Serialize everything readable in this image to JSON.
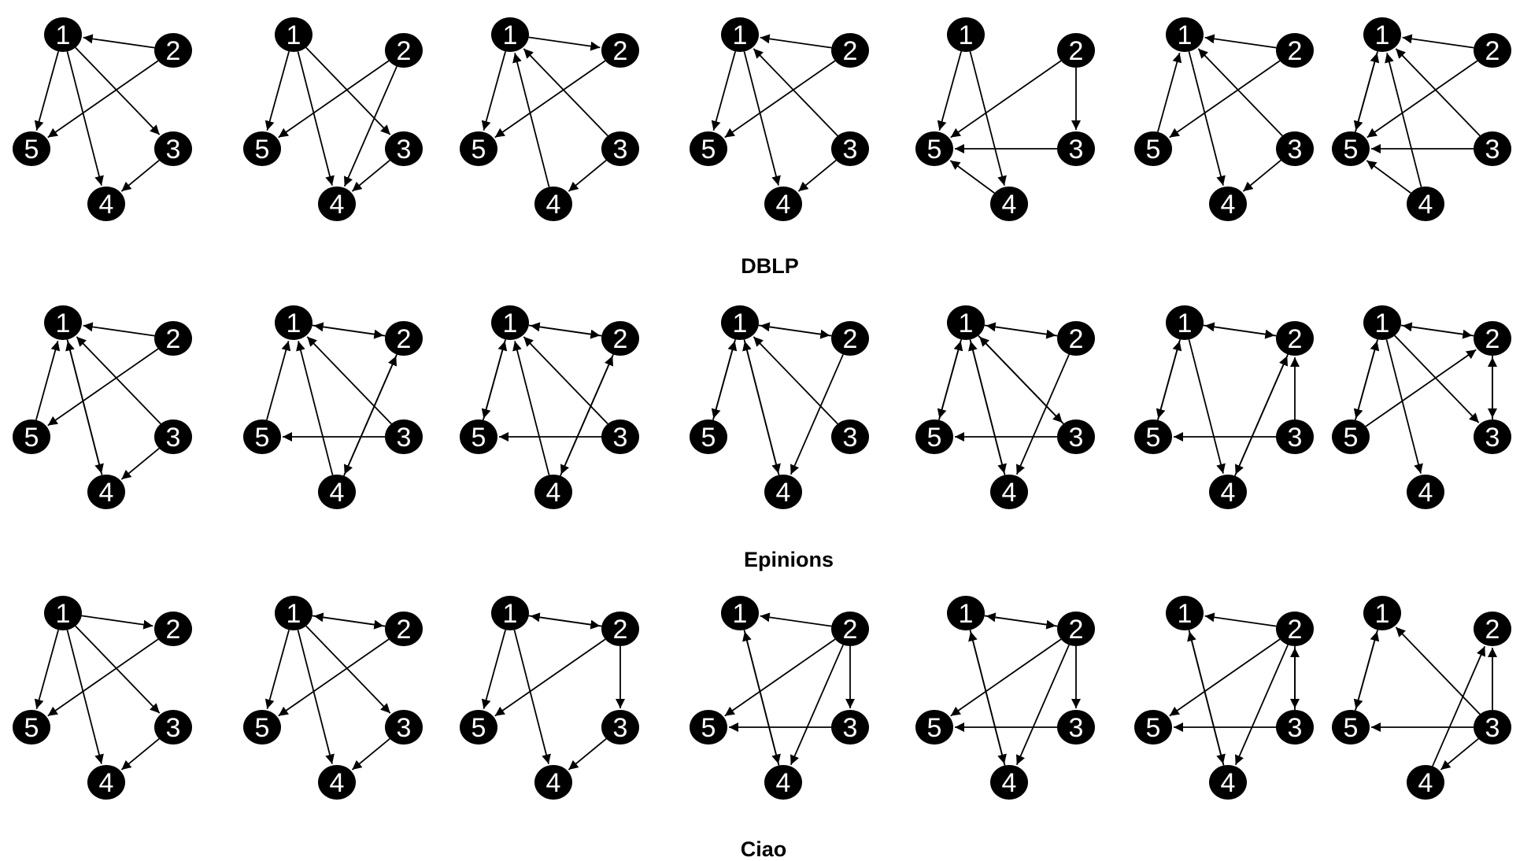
{
  "node_labels": [
    "1",
    "2",
    "3",
    "4",
    "5"
  ],
  "rows": [
    {
      "label": "DBLP",
      "graphs": [
        [
          [
            2,
            1
          ],
          [
            1,
            5
          ],
          [
            1,
            4
          ],
          [
            1,
            3
          ],
          [
            2,
            5
          ],
          [
            3,
            4
          ]
        ],
        [
          [
            1,
            5
          ],
          [
            1,
            4
          ],
          [
            1,
            3
          ],
          [
            2,
            5
          ],
          [
            2,
            4
          ],
          [
            3,
            4
          ]
        ],
        [
          [
            1,
            2
          ],
          [
            1,
            5
          ],
          [
            2,
            5
          ],
          [
            4,
            1
          ],
          [
            3,
            1
          ],
          [
            3,
            4
          ]
        ],
        [
          [
            2,
            1
          ],
          [
            1,
            5
          ],
          [
            1,
            4
          ],
          [
            2,
            5
          ],
          [
            3,
            1
          ],
          [
            3,
            4
          ]
        ],
        [
          [
            1,
            5
          ],
          [
            1,
            4
          ],
          [
            2,
            5
          ],
          [
            2,
            3
          ],
          [
            3,
            5
          ],
          [
            4,
            5
          ]
        ],
        [
          [
            2,
            1
          ],
          [
            5,
            1
          ],
          [
            1,
            4
          ],
          [
            2,
            5
          ],
          [
            3,
            1
          ],
          [
            3,
            4
          ]
        ],
        [
          [
            2,
            1
          ],
          [
            1,
            5
          ],
          [
            5,
            1
          ],
          [
            4,
            1
          ],
          [
            2,
            5
          ],
          [
            3,
            1
          ],
          [
            3,
            5
          ],
          [
            4,
            5
          ]
        ]
      ]
    },
    {
      "label": "Epinions",
      "graphs": [
        [
          [
            2,
            1
          ],
          [
            5,
            1
          ],
          [
            1,
            4
          ],
          [
            4,
            1
          ],
          [
            2,
            5
          ],
          [
            3,
            1
          ],
          [
            3,
            4
          ]
        ],
        [
          [
            1,
            2
          ],
          [
            2,
            1
          ],
          [
            5,
            1
          ],
          [
            4,
            1
          ],
          [
            3,
            1
          ],
          [
            3,
            5
          ],
          [
            4,
            2
          ],
          [
            2,
            4
          ]
        ],
        [
          [
            1,
            2
          ],
          [
            2,
            1
          ],
          [
            1,
            5
          ],
          [
            5,
            1
          ],
          [
            4,
            1
          ],
          [
            3,
            1
          ],
          [
            3,
            5
          ],
          [
            4,
            2
          ],
          [
            2,
            4
          ]
        ],
        [
          [
            1,
            2
          ],
          [
            2,
            1
          ],
          [
            1,
            5
          ],
          [
            5,
            1
          ],
          [
            1,
            4
          ],
          [
            4,
            1
          ],
          [
            3,
            1
          ],
          [
            2,
            4
          ]
        ],
        [
          [
            1,
            2
          ],
          [
            2,
            1
          ],
          [
            1,
            5
          ],
          [
            5,
            1
          ],
          [
            1,
            4
          ],
          [
            4,
            1
          ],
          [
            1,
            3
          ],
          [
            3,
            1
          ],
          [
            3,
            5
          ],
          [
            2,
            4
          ]
        ],
        [
          [
            1,
            2
          ],
          [
            2,
            1
          ],
          [
            1,
            5
          ],
          [
            5,
            1
          ],
          [
            1,
            4
          ],
          [
            3,
            5
          ],
          [
            3,
            2
          ],
          [
            4,
            2
          ],
          [
            2,
            4
          ]
        ],
        [
          [
            1,
            2
          ],
          [
            2,
            1
          ],
          [
            1,
            5
          ],
          [
            5,
            1
          ],
          [
            1,
            4
          ],
          [
            1,
            3
          ],
          [
            5,
            2
          ],
          [
            2,
            3
          ],
          [
            3,
            2
          ]
        ]
      ]
    },
    {
      "label": "Ciao",
      "graphs": [
        [
          [
            1,
            2
          ],
          [
            1,
            5
          ],
          [
            1,
            4
          ],
          [
            1,
            3
          ],
          [
            2,
            5
          ],
          [
            3,
            4
          ]
        ],
        [
          [
            1,
            2
          ],
          [
            2,
            1
          ],
          [
            1,
            5
          ],
          [
            1,
            4
          ],
          [
            1,
            3
          ],
          [
            2,
            5
          ],
          [
            3,
            4
          ]
        ],
        [
          [
            1,
            2
          ],
          [
            2,
            1
          ],
          [
            1,
            5
          ],
          [
            1,
            4
          ],
          [
            2,
            5
          ],
          [
            2,
            3
          ],
          [
            3,
            4
          ]
        ],
        [
          [
            2,
            1
          ],
          [
            1,
            4
          ],
          [
            4,
            1
          ],
          [
            2,
            5
          ],
          [
            2,
            3
          ],
          [
            2,
            4
          ],
          [
            3,
            5
          ]
        ],
        [
          [
            1,
            2
          ],
          [
            2,
            1
          ],
          [
            1,
            4
          ],
          [
            4,
            1
          ],
          [
            2,
            5
          ],
          [
            2,
            3
          ],
          [
            2,
            4
          ],
          [
            3,
            5
          ]
        ],
        [
          [
            2,
            1
          ],
          [
            4,
            1
          ],
          [
            1,
            4
          ],
          [
            2,
            5
          ],
          [
            2,
            3
          ],
          [
            3,
            2
          ],
          [
            2,
            4
          ],
          [
            3,
            5
          ]
        ],
        [
          [
            1,
            5
          ],
          [
            5,
            1
          ],
          [
            3,
            1
          ],
          [
            3,
            2
          ],
          [
            3,
            5
          ],
          [
            3,
            4
          ],
          [
            4,
            2
          ]
        ]
      ]
    }
  ],
  "colors": {
    "node_fill": "#000000",
    "node_text": "#ffffff",
    "edge": "#000000",
    "background": "#ffffff"
  }
}
